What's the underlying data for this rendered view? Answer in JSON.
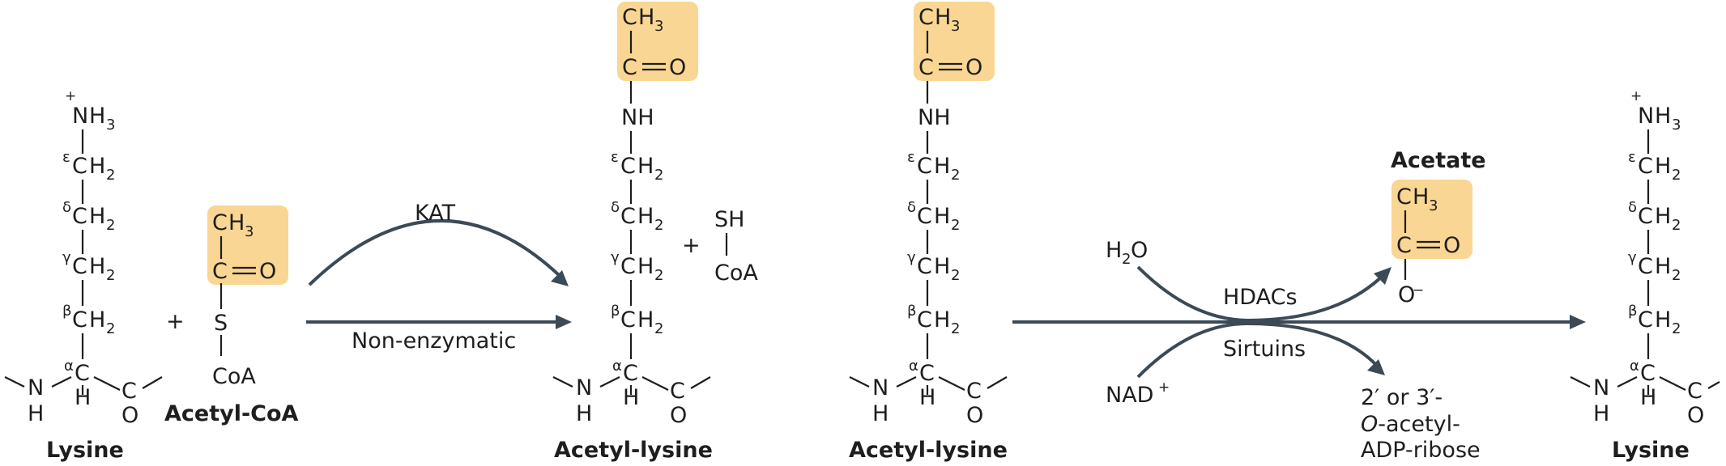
{
  "colors": {
    "highlight": "#f9d693",
    "arrow": "#3b4a55",
    "text": "#1e1e1e"
  },
  "atoms": {
    "plus_charge": "+",
    "nh": "N",
    "nh_h": "H",
    "nh3_sub": "3",
    "ch": "C",
    "h": "H",
    "h2_sub": "2",
    "h3_sub": "3",
    "carbon": "C",
    "oxygen": "O",
    "sulfur": "S",
    "coa": "CoA",
    "nh_group": "NH",
    "eps": "ε",
    "delta": "δ",
    "gamma": "γ",
    "beta": "β",
    "alpha": "α"
  },
  "labels": {
    "lysine": "Lysine",
    "acetyl_coa": "Acetyl-CoA",
    "acetyl_lysine": "Acetyl-lysine",
    "acetate": "Acetate",
    "plus": "+",
    "sh": "SH",
    "kat": "KAT",
    "non_enzymatic": "Non-enzymatic",
    "hdacs": "HDACs",
    "sirtuins": "Sirtuins",
    "h2o_h": "H",
    "h2o_sub": "2",
    "h2o_o": "O",
    "nad": "NAD",
    "nad_sup": "+",
    "o_minus": "O",
    "o_minus_sup": "−",
    "prod_line1": "2′ or 3′-",
    "prod_line2_italic": "O",
    "prod_line2_rest": "-acetyl-",
    "prod_line3": "ADP-ribose"
  }
}
